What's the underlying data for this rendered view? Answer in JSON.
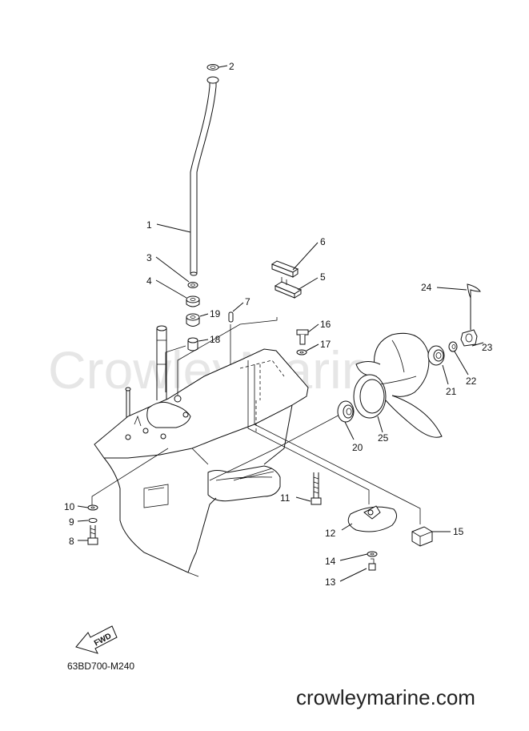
{
  "diagram": {
    "watermark": "CrowleyMarine",
    "diagram_code": "63BD700-M240",
    "footer_site": "crowleymarine.com",
    "direction_label": "FWD",
    "callouts": [
      {
        "id": "1"
      },
      {
        "id": "2"
      },
      {
        "id": "3"
      },
      {
        "id": "4"
      },
      {
        "id": "5"
      },
      {
        "id": "6"
      },
      {
        "id": "7"
      },
      {
        "id": "8"
      },
      {
        "id": "9"
      },
      {
        "id": "10"
      },
      {
        "id": "11"
      },
      {
        "id": "12"
      },
      {
        "id": "13"
      },
      {
        "id": "14"
      },
      {
        "id": "15"
      },
      {
        "id": "16"
      },
      {
        "id": "17"
      },
      {
        "id": "18"
      },
      {
        "id": "19"
      },
      {
        "id": "20"
      },
      {
        "id": "21"
      },
      {
        "id": "22"
      },
      {
        "id": "23"
      },
      {
        "id": "24"
      },
      {
        "id": "25"
      }
    ]
  }
}
